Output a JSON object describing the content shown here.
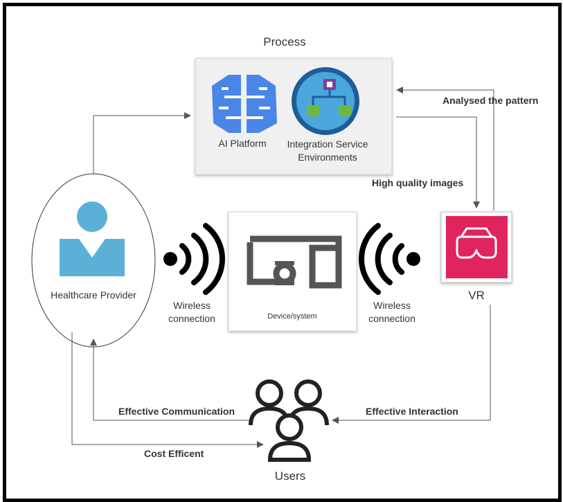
{
  "process": {
    "title": "Process",
    "ai_platform_label": "AI Platform",
    "integration_label_line1": "Integration Service",
    "integration_label_line2": "Environments"
  },
  "nodes": {
    "healthcare_provider": "Healthcare Provider",
    "device": "Device/system",
    "vr": "VR",
    "users": "Users"
  },
  "wireless": {
    "left_line1": "Wireless",
    "left_line2": "connection",
    "right_line1": "Wireless",
    "right_line2": "connection"
  },
  "edges": {
    "analysed": "Analysed the pattern",
    "high_quality": "High quality images",
    "effective_communication": "Effective Communication",
    "effective_interaction": "Effective Interaction",
    "cost_efficient": "Cost Efficent"
  },
  "colors": {
    "provider_icon": "#5bb0d8",
    "ai_icon": "#4a86e8",
    "integration_ring": "#1d5e99",
    "integration_bg": "#4aa6dc",
    "integration_node_top": "#7b3fa0",
    "integration_node_bottom": "#6fb83f",
    "vr_bg": "#e0245e",
    "device_icon": "#555555",
    "arrow": "#555555"
  }
}
